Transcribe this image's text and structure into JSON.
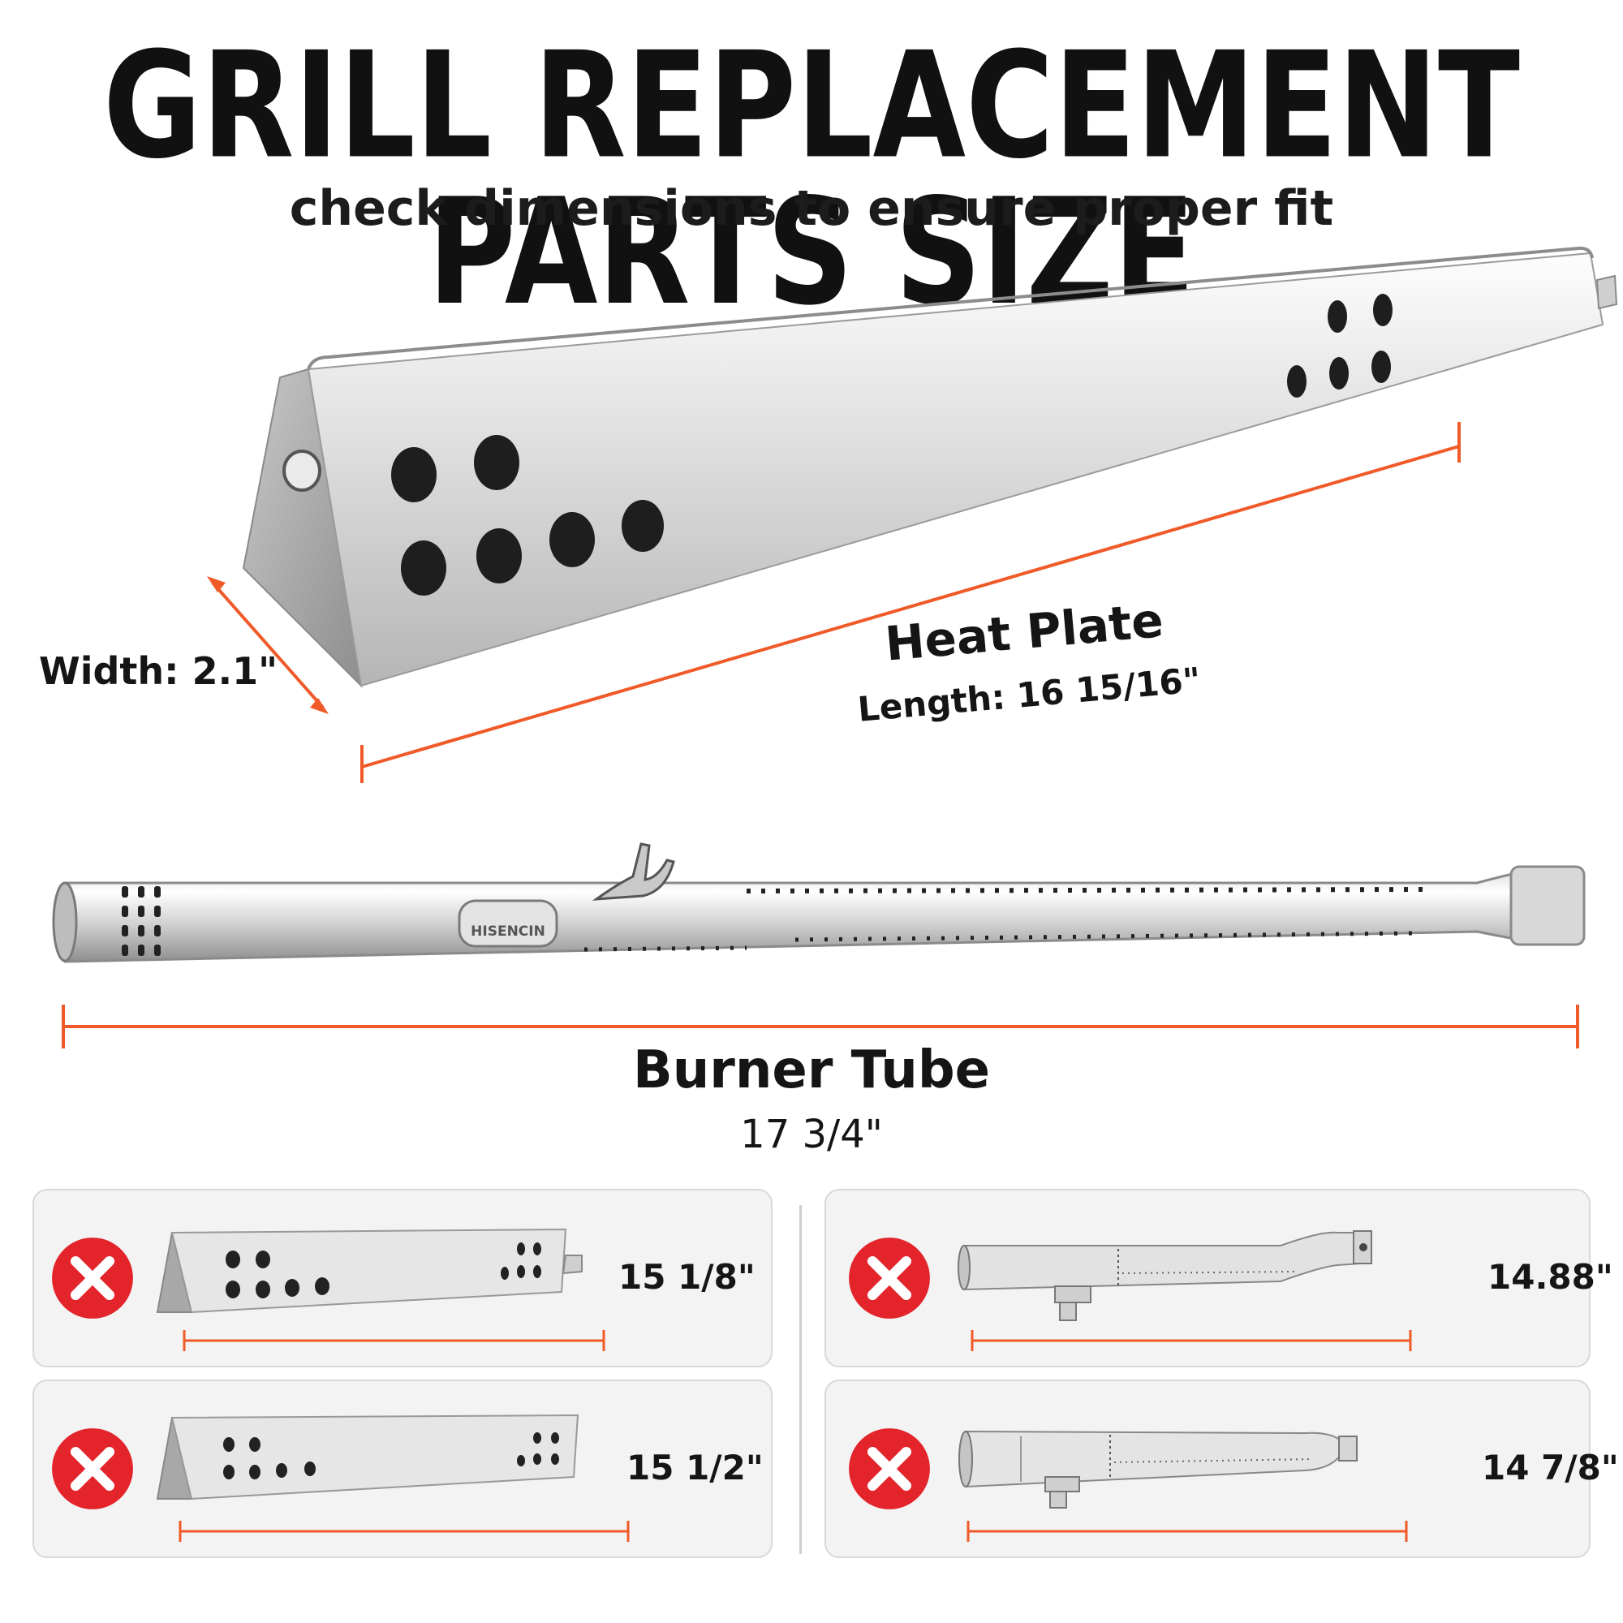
{
  "header": {
    "title": "GRILL REPLACEMENT PARTS SIZE",
    "subtitle": "check dimensions to ensure proper fit"
  },
  "heat_plate": {
    "name": "Heat Plate",
    "length_label": "Length: 16 15/16\"",
    "width_label": "Width: 2.1\""
  },
  "burner_tube": {
    "name": "Burner Tube",
    "length_label": "17 3/4\"",
    "brand_tag": "HISENCIN"
  },
  "incompatible_parts": [
    {
      "type": "heat-plate",
      "size_label": "15 1/8\""
    },
    {
      "type": "burner-tube",
      "size_label": "14.88\""
    },
    {
      "type": "heat-plate",
      "size_label": "15 1/2\""
    },
    {
      "type": "burner-tube",
      "size_label": "14 7/8\""
    }
  ],
  "colors": {
    "accent_line": "#f05a28",
    "reject_badge": "#e3242b",
    "steel_light": "#f2f2f2",
    "steel_dark": "#a9a9a9"
  },
  "icons": {
    "reject": "x-circle-icon"
  }
}
